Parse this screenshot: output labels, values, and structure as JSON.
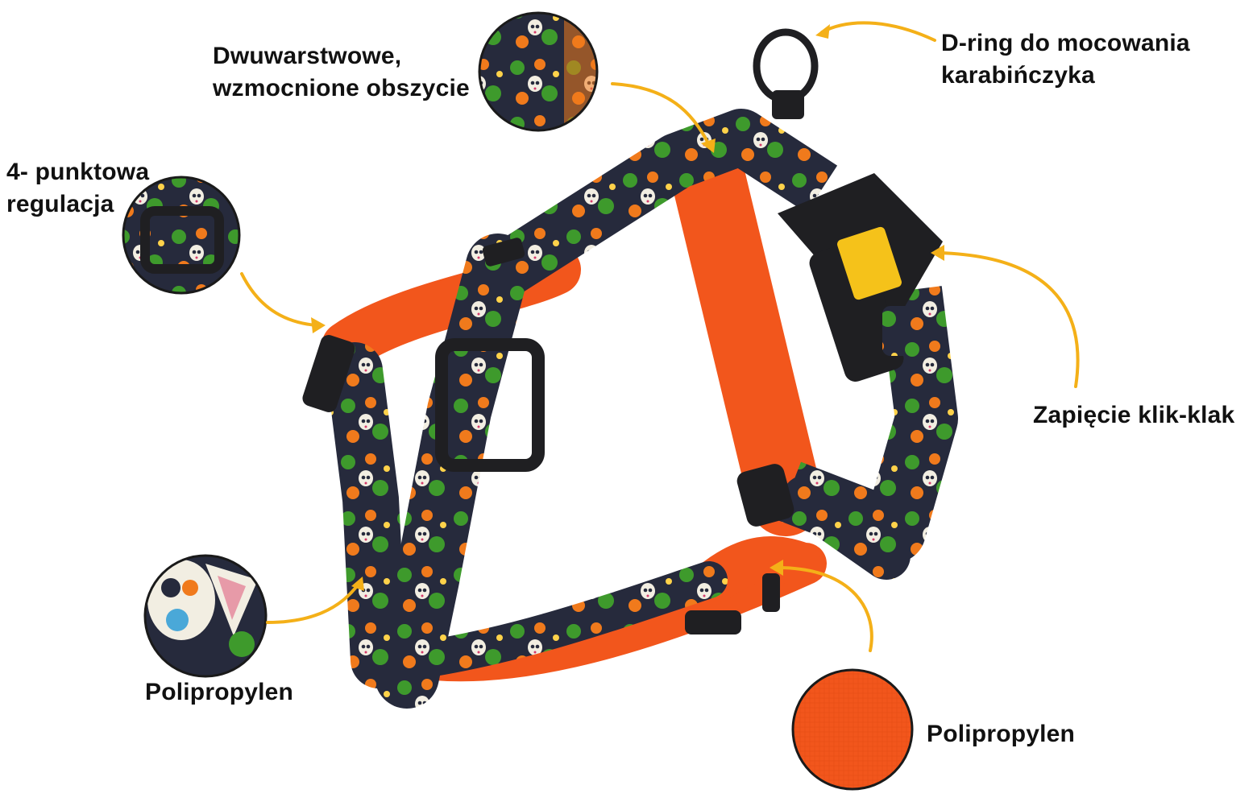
{
  "callouts": {
    "d_ring": {
      "line1": "D-ring do mocowania",
      "line2": "karabińczyka"
    },
    "stitching": {
      "line1": "Dwuwarstwowe,",
      "line2": "wzmocnione obszycie"
    },
    "adjustment": {
      "line1": "4- punktowa",
      "line2": "regulacja"
    },
    "buckle": {
      "line1": "Zapięcie klik-klak"
    },
    "material_pattern": {
      "line1": "Polipropylen"
    },
    "material_orange": {
      "line1": "Polipropylen"
    }
  },
  "colors": {
    "arrow": "#f4b018",
    "lining": "#f2561c",
    "pattern_bg": "#262a3c",
    "leaf": "#3e9a2c",
    "flower": "#f07a1c",
    "plastic": "#1f1f22",
    "badge": "#f5c21a",
    "text": "#111111"
  }
}
